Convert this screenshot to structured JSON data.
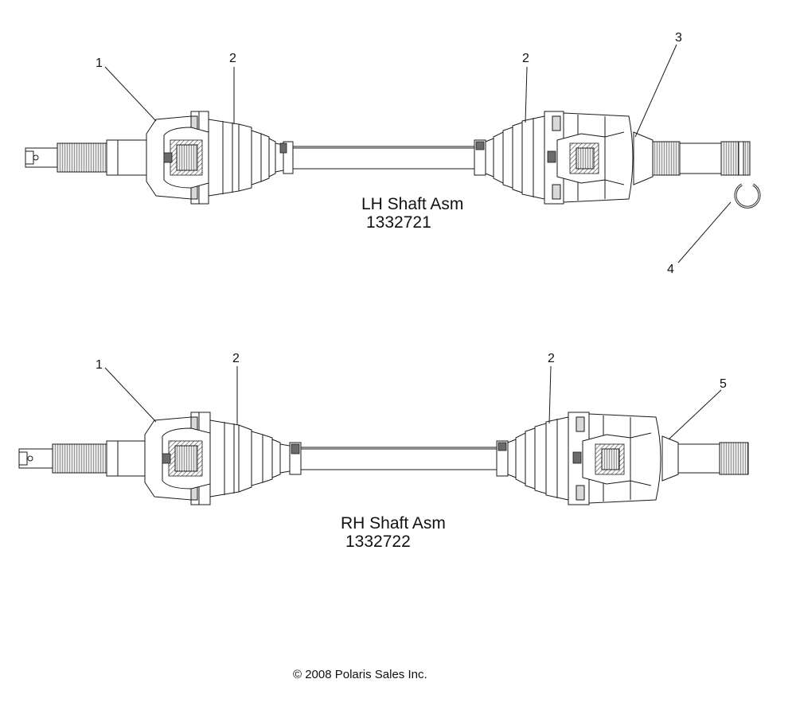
{
  "lh_assembly": {
    "name": "LH Shaft Asm",
    "part_number": "1332721",
    "callouts": [
      "1",
      "2",
      "2",
      "3",
      "4"
    ]
  },
  "rh_assembly": {
    "name": "RH Shaft Asm",
    "part_number": "1332722",
    "callouts": [
      "1",
      "2",
      "2",
      "5"
    ]
  },
  "copyright": "© 2008 Polaris Sales Inc."
}
